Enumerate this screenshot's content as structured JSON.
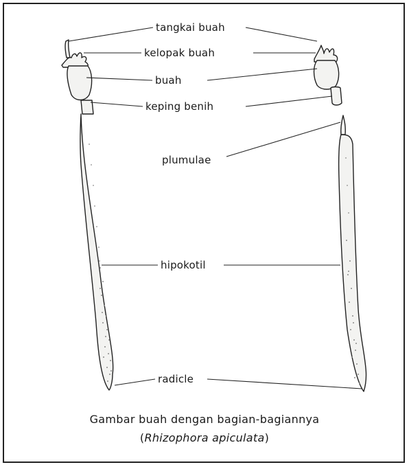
{
  "labels": {
    "tangkai_buah": "tangkai buah",
    "kelopak_buah": "kelopak buah",
    "buah": "buah",
    "keping_benih": "keping benih",
    "plumulae": "plumulae",
    "hipokotil": "hipokotil",
    "radicle": "radicle"
  },
  "caption": {
    "line1": "Gambar buah dengan bagian-bagiannya",
    "open_paren": "(",
    "species": "Rhizophora apiculata",
    "close_paren": ")"
  },
  "colors": {
    "ink": "#222222",
    "fill": "#f3f3f1",
    "stipple": "#8a8a8a"
  }
}
